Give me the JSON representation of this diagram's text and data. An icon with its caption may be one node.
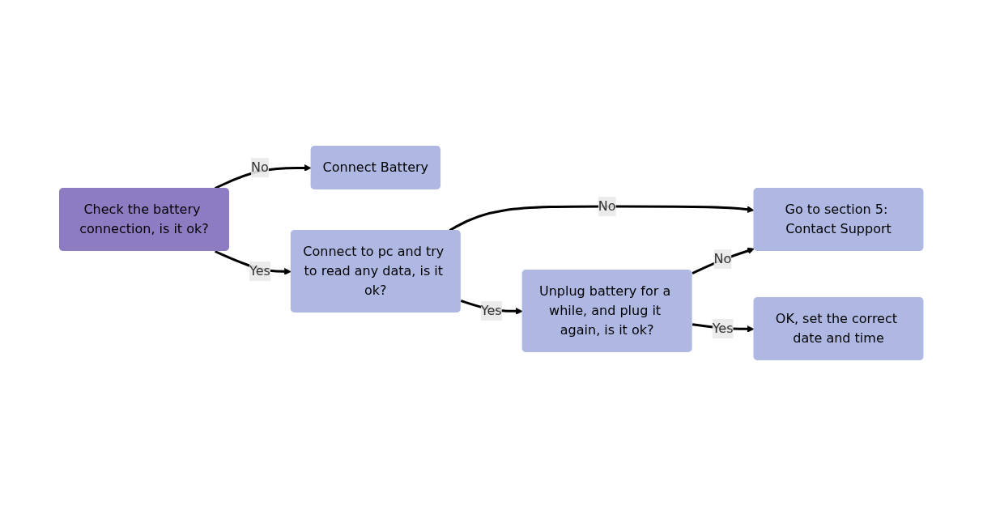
{
  "diagram": {
    "nodes": [
      {
        "text": [
          "Check the battery connection, is it ok?"
        ]
      },
      {
        "text": [
          "Connect Battery"
        ]
      },
      {
        "text": [
          "Connect to pc and try to read any data, is it ok?"
        ]
      },
      {
        "text": [
          "Go to section 5: Contact Support"
        ]
      },
      {
        "text": [
          "Unplug battery for a while, and plug it again, is it ok?"
        ]
      },
      {
        "text": [
          "OK, set the correct date and time"
        ]
      }
    ],
    "edges": [
      {
        "from": 0,
        "to": 2,
        "arrow": "to",
        "label": "Yes"
      },
      {
        "from": 0,
        "to": 1,
        "arrow": "to",
        "label": "No"
      },
      {
        "from": 2,
        "to": 3,
        "arrow": "to",
        "label": "No"
      },
      {
        "from": 2,
        "to": 4,
        "arrow": "to",
        "label": "Yes"
      },
      {
        "from": 4,
        "to": 3,
        "arrow": "to",
        "label": "No"
      },
      {
        "from": 4,
        "to": 5,
        "arrow": "to",
        "label": "Yes"
      }
    ]
  }
}
